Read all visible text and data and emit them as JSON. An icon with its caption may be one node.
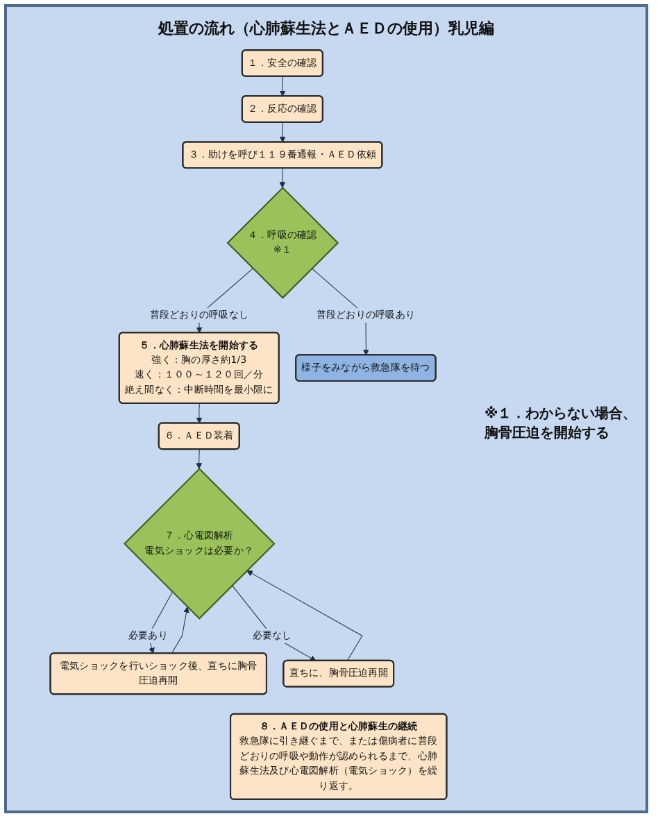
{
  "diagram": {
    "title": "処置の流れ（心肺蘇生法とＡＥＤの使用）乳児編",
    "nodes": [
      {
        "text": [
          "１．安全の確認"
        ]
      },
      {
        "text": [
          "２．反応の確認"
        ]
      },
      {
        "text": [
          "３．助けを呼び１１９番通報・ＡＥＤ依頼"
        ]
      },
      {
        "text": [
          "４．呼吸の確認",
          "※１"
        ]
      },
      {
        "text": [
          "様子をみながら救急隊を待つ"
        ]
      },
      {
        "text": [
          "５．心肺蘇生法を開始する",
          "強く：胸の厚さ約1/3",
          "速く：１００～１２０回／分",
          "絶え間なく：中断時間を最小限に"
        ]
      },
      {
        "text": [
          "６．ＡＥＤ装着"
        ]
      },
      {
        "text": [
          "７．心電図解析",
          "電気ショックは必要か？"
        ]
      },
      {
        "text": [
          "電気ショックを行いショック後、直ちに胸骨圧迫再開"
        ]
      },
      {
        "text": [
          "直ちに、胸骨圧迫再開"
        ]
      },
      {
        "text": [
          "８．ＡＥＤの使用と心肺蘇生の継続",
          "救急隊に引き継ぐまで、または傷病者に普段どおりの呼吸や動作が認められるまで、心肺蘇生法及び心電図解析（電気ショック）を繰り返す。"
        ]
      }
    ],
    "edges": [
      {
        "from": 0,
        "to": 1,
        "arrow": "to"
      },
      {
        "from": 1,
        "to": 2,
        "arrow": "to"
      },
      {
        "from": 2,
        "to": 3,
        "arrow": "to"
      },
      {
        "from": 3,
        "to": 4,
        "arrow": "to",
        "label": "普段どおりの呼吸あり"
      },
      {
        "from": 3,
        "to": 5,
        "arrow": "to",
        "label": "普段どおりの呼吸なし"
      },
      {
        "from": 5,
        "to": 6,
        "arrow": "to"
      },
      {
        "from": 6,
        "to": 7,
        "arrow": "to"
      },
      {
        "from": 7,
        "to": 8,
        "arrow": "to",
        "label": "必要あり"
      },
      {
        "from": 7,
        "to": 9,
        "arrow": "to",
        "label": "必要なし"
      },
      {
        "from": 8,
        "to": 7,
        "arrow": "to"
      },
      {
        "from": 9,
        "to": 7,
        "arrow": "to"
      }
    ],
    "labels": [
      "※１．わからない場合、胸骨圧迫を開始する"
    ]
  }
}
